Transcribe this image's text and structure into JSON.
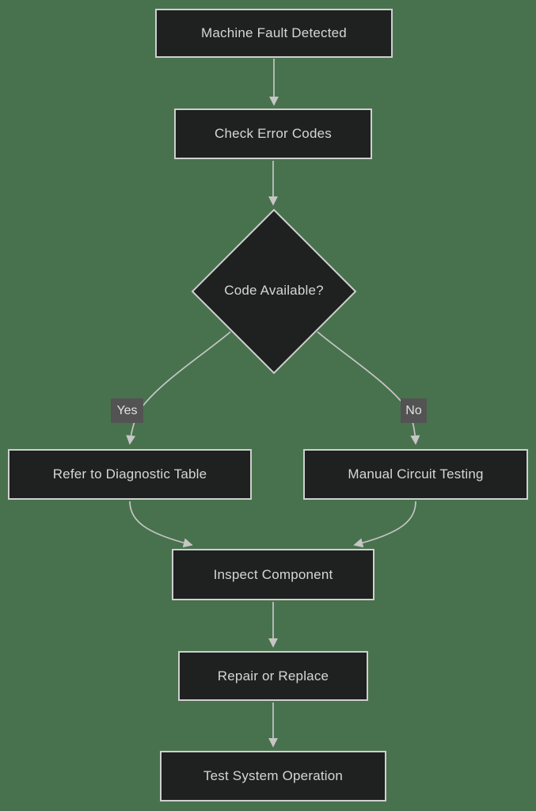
{
  "diagram": {
    "type": "flowchart",
    "background_color": "#48724d",
    "node_fill": "#1f2020",
    "node_border_color": "#cfcfcf",
    "node_text_color": "#d6d6d6",
    "edge_color": "#c6c6c6",
    "edge_label_background": "#535353",
    "nodes": [
      {
        "id": "start",
        "shape": "rect",
        "label": "Machine Fault Detected"
      },
      {
        "id": "check",
        "shape": "rect",
        "label": "Check Error Codes"
      },
      {
        "id": "decision",
        "shape": "diamond",
        "label": "Code Available?"
      },
      {
        "id": "refer",
        "shape": "rect",
        "label": "Refer to Diagnostic Table"
      },
      {
        "id": "manual",
        "shape": "rect",
        "label": "Manual Circuit Testing"
      },
      {
        "id": "inspect",
        "shape": "rect",
        "label": "Inspect Component"
      },
      {
        "id": "repair",
        "shape": "rect",
        "label": "Repair or Replace"
      },
      {
        "id": "test",
        "shape": "rect",
        "label": "Test System Operation"
      }
    ],
    "edges": [
      {
        "from": "start",
        "to": "check",
        "label": ""
      },
      {
        "from": "check",
        "to": "decision",
        "label": ""
      },
      {
        "from": "decision",
        "to": "refer",
        "label": "Yes"
      },
      {
        "from": "decision",
        "to": "manual",
        "label": "No"
      },
      {
        "from": "refer",
        "to": "inspect",
        "label": ""
      },
      {
        "from": "manual",
        "to": "inspect",
        "label": ""
      },
      {
        "from": "inspect",
        "to": "repair",
        "label": ""
      },
      {
        "from": "repair",
        "to": "test",
        "label": ""
      }
    ]
  }
}
